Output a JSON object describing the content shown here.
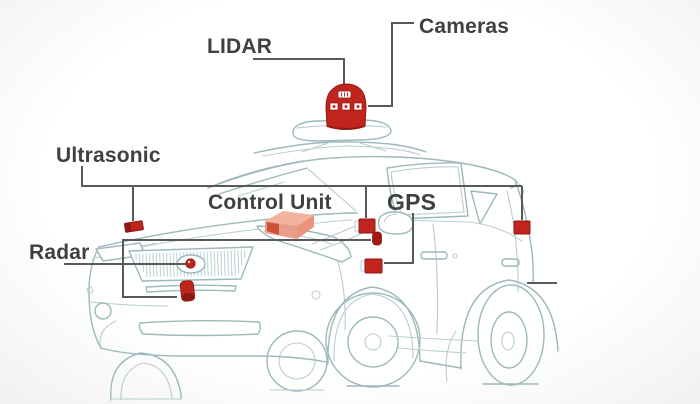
{
  "diagram": {
    "labels": {
      "lidar": "LIDAR",
      "cameras": "Cameras",
      "ultrasonic": "Ultrasonic",
      "control_unit": "Control Unit",
      "gps": "GPS",
      "radar": "Radar"
    },
    "sensor_markers": [
      {
        "name": "roof-lidar-camera-dome"
      },
      {
        "name": "hood-ultrasonic-sensor"
      },
      {
        "name": "cowl-sensor"
      },
      {
        "name": "cowl-small-sensor"
      },
      {
        "name": "gps-side-module"
      },
      {
        "name": "rear-quarter-sensor"
      },
      {
        "name": "grille-radar-dot"
      },
      {
        "name": "bumper-radar-sensor"
      },
      {
        "name": "control-unit-module"
      }
    ],
    "colors": {
      "label_text": "#3e4041",
      "connector_line": "#58595b",
      "car_outline": "#9cb9bb",
      "car_outline_light": "#b9cdce",
      "sensor_red": "#c0241d",
      "sensor_red_dark": "#8e1a14",
      "control_unit_top": "#f2b19c",
      "control_unit_front": "#e89a84",
      "control_unit_side": "#ec9078",
      "background": "#fdfdfd"
    }
  }
}
